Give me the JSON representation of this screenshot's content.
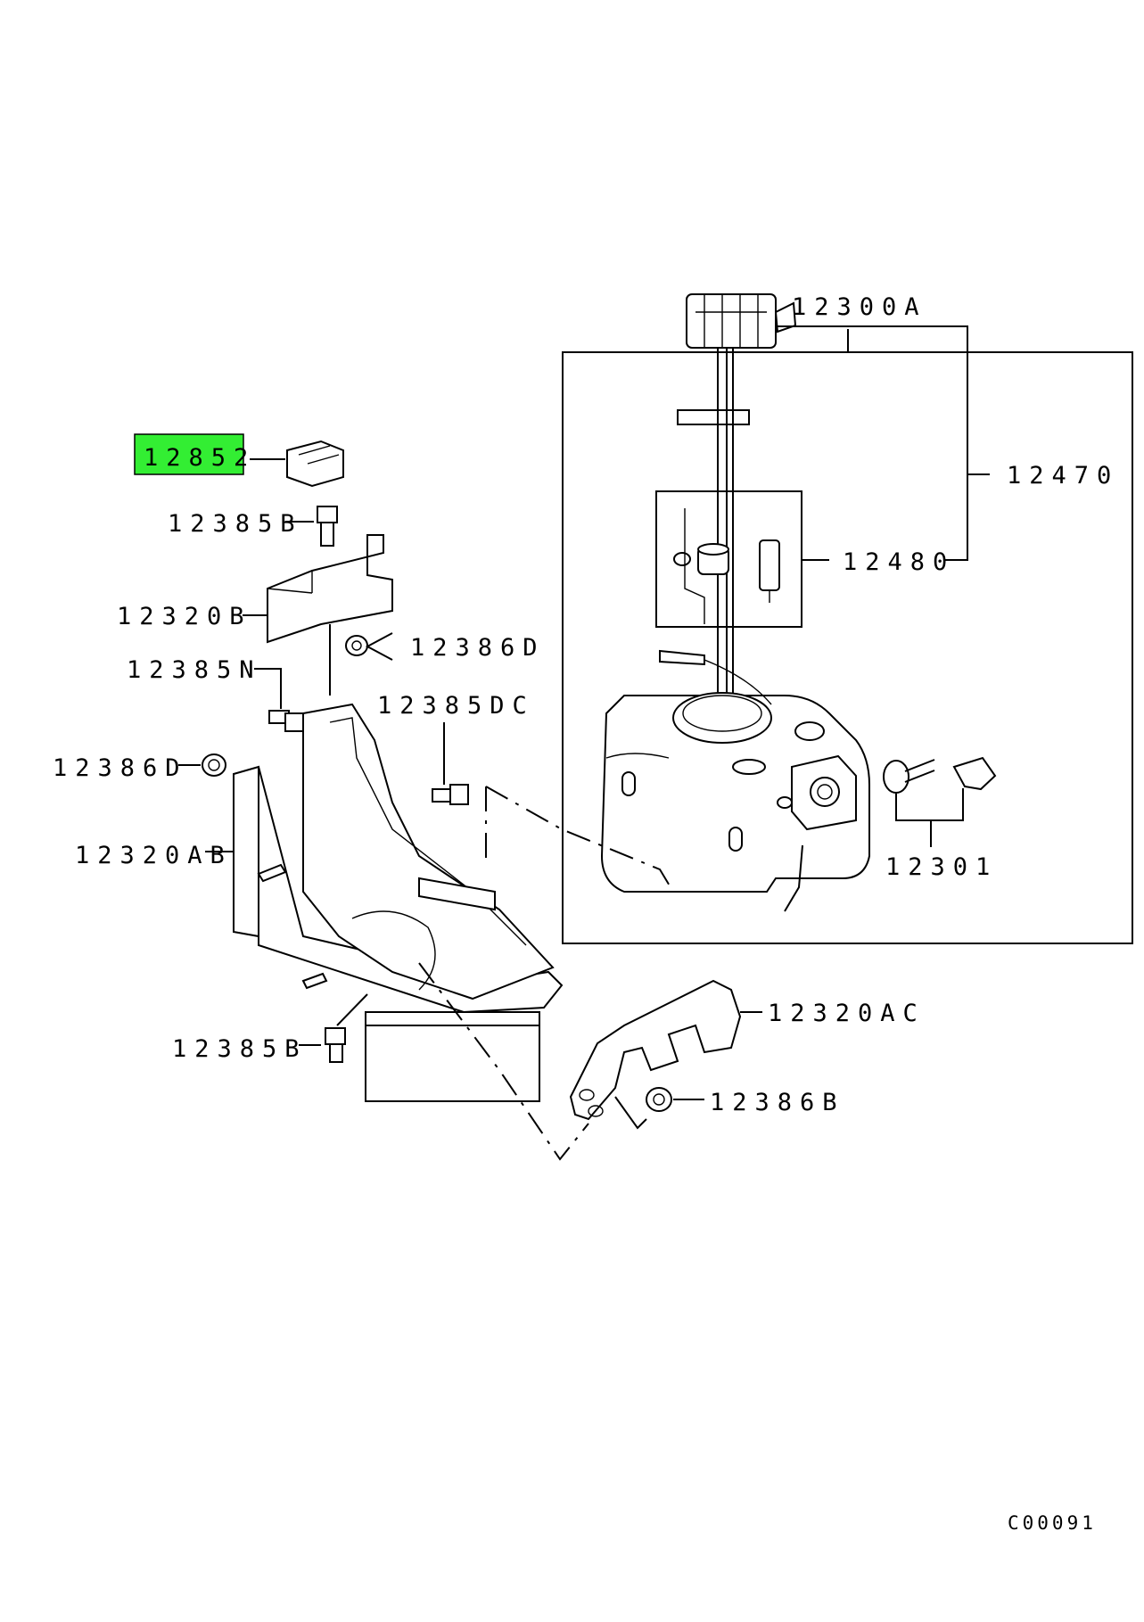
{
  "diagram": {
    "highlight_color": "#33ee33",
    "labels": {
      "p12300A": "12300A",
      "p12852": "12852",
      "p12470": "12470",
      "p12385B_top": "12385B",
      "p12480": "12480",
      "p12320B": "12320B",
      "p12386D_top": "12386D",
      "p12385N": "12385N",
      "p12385DC": "12385DC",
      "p12386D_left": "12386D",
      "p12320AB": "12320AB",
      "p12301": "12301",
      "p12320AC": "12320AC",
      "p12385B_bottom": "12385B",
      "p12386B": "12386B"
    },
    "figure_code": "C00091"
  }
}
